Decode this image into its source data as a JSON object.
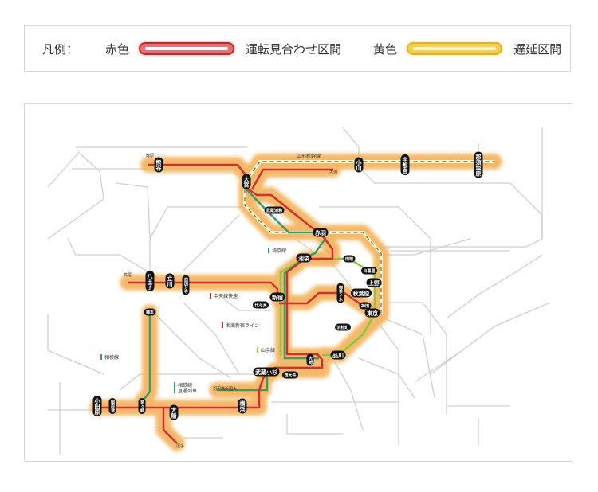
{
  "legend": {
    "title": "凡例：",
    "red_label": "赤色",
    "red_meaning": "運転見合わせ区間",
    "yellow_label": "黄色",
    "yellow_meaning": "遅延区間"
  },
  "colors": {
    "suspended": "#d32f2f",
    "delay": "#f2b25a",
    "saikyo": "#3a9a6a",
    "yamanote": "#8cc63f",
    "base": "#c8c8c8"
  },
  "lines": {
    "shinkansen": "山形新幹線",
    "saikyo": "埼京線",
    "chuo": "中央線快速",
    "shonan": "湘南新宿ライン",
    "yamanote": "山手線",
    "sagami": "相模線",
    "sotetsu": "相鉄線\n直通列車"
  },
  "stations": {
    "kagohara": "籠原",
    "kumagaya": "熊谷",
    "omiya": "大宮",
    "koga": "古河",
    "oyama": "小山",
    "utsunomiya": "宇都宮",
    "nasushiobara": "那須塩原",
    "musashiurawa": "武蔵浦和",
    "akabane": "赤羽",
    "ikebukuro": "池袋",
    "tabata": "田端",
    "nippori": "日暮里",
    "ueno": "上野",
    "akihabara": "秋葉原",
    "ochanomizu": "御茶ノ水",
    "kanda": "神田",
    "tokyo": "東京",
    "shinjuku": "新宿",
    "yoyogi": "代々木",
    "hamamatsucho": "浜松町",
    "shinagawa": "品川",
    "osaki": "大崎",
    "nishioi": "西大井",
    "musashikosugi": "武蔵小杉",
    "hazawa": "羽沢横浜国大",
    "yokohama": "横浜",
    "ofuna": "大船",
    "zushi": "逗子",
    "chigasaki": "茅ヶ崎",
    "kozu": "国府津",
    "odawara": "小田原",
    "hashimoto": "橋本",
    "takao": "高尾",
    "hachioji": "八王子",
    "tachikawa": "立川",
    "nishikokubunji": "西国分寺"
  }
}
